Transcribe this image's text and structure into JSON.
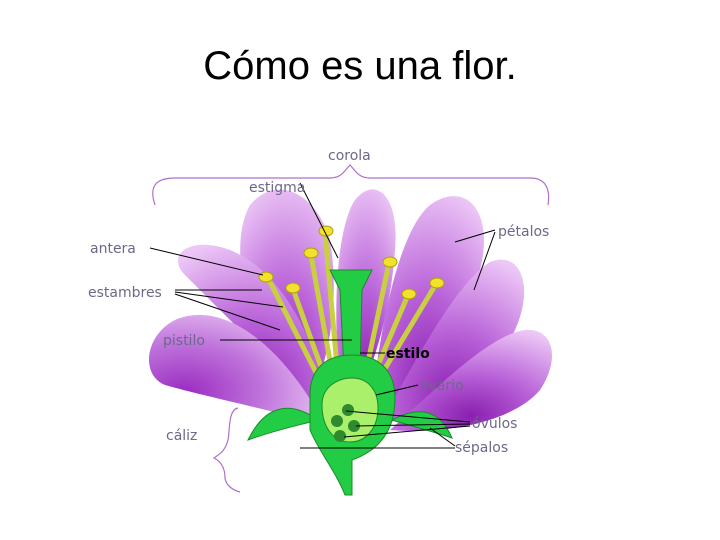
{
  "title": "Cómo es una flor.",
  "labels": {
    "corola": "corola",
    "estigma": "estigma",
    "antera": "antera",
    "estambres": "estambres",
    "pistilo": "pistilo",
    "estilo": "estilo",
    "ovario": "ovario",
    "ovulos": "óvulos",
    "sepalos": "sépalos",
    "petalos": "pétalos",
    "caliz": "cáliz"
  },
  "colors": {
    "petal": "#b04fd0",
    "petal_light": "#e8b8f4",
    "green": "#22cc44",
    "stamen": "#c8d040",
    "anther": "#f2e22a",
    "ovule": "#2e8a2e"
  }
}
